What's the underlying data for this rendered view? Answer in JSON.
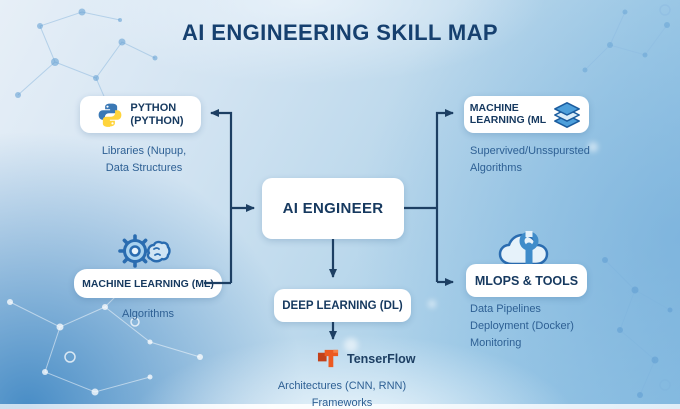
{
  "title": "AI ENGINEERING SKILL MAP",
  "nodes": {
    "python": {
      "icon": "python-logo-icon",
      "label1": "PYTHON",
      "label2": "(PYTHON)",
      "caption1": "Libraries (Nupup,",
      "caption2": "Data Structures"
    },
    "ml_top": {
      "icon": "layers-icon",
      "label1": "MACHINE",
      "label2": "LEARNING (ML",
      "caption1": "Supervived/Unsspursted",
      "caption2": "Algorithms"
    },
    "ai_engineer": {
      "label": "AI ENGINEER"
    },
    "ml_left": {
      "icon": "gear-brain-icon",
      "label": "MACHINE LEARNING (ML)",
      "caption": "Algorithms"
    },
    "deep_learning": {
      "label": "DEEP LEARNING (DL)",
      "caption1": "Architectures (CNN, RNN)",
      "caption2": "Frameworks"
    },
    "tenserflow": {
      "icon": "tenserflow-logo-icon",
      "label": "TenserFlow"
    },
    "mlops": {
      "icon": "cloud-wrench-icon",
      "label": "MLOPS & TOOLS",
      "captions": [
        "Data Pipelines",
        "Deployment (Docker)",
        "Monitoring"
      ]
    }
  },
  "colors": {
    "title_text": "#16406f",
    "node_text": "#16395f",
    "caption_text": "#2e6094",
    "connector": "#1d3f63",
    "node_bg": "#ffffff",
    "python_blue": "#3a78b5",
    "python_yellow": "#ffd43b",
    "layers_blue": "#4d9fdb",
    "icon_outline": "#2a6cb0",
    "wrench_blue": "#3f8cca",
    "tenserflow_orange": "#ec5a22"
  }
}
